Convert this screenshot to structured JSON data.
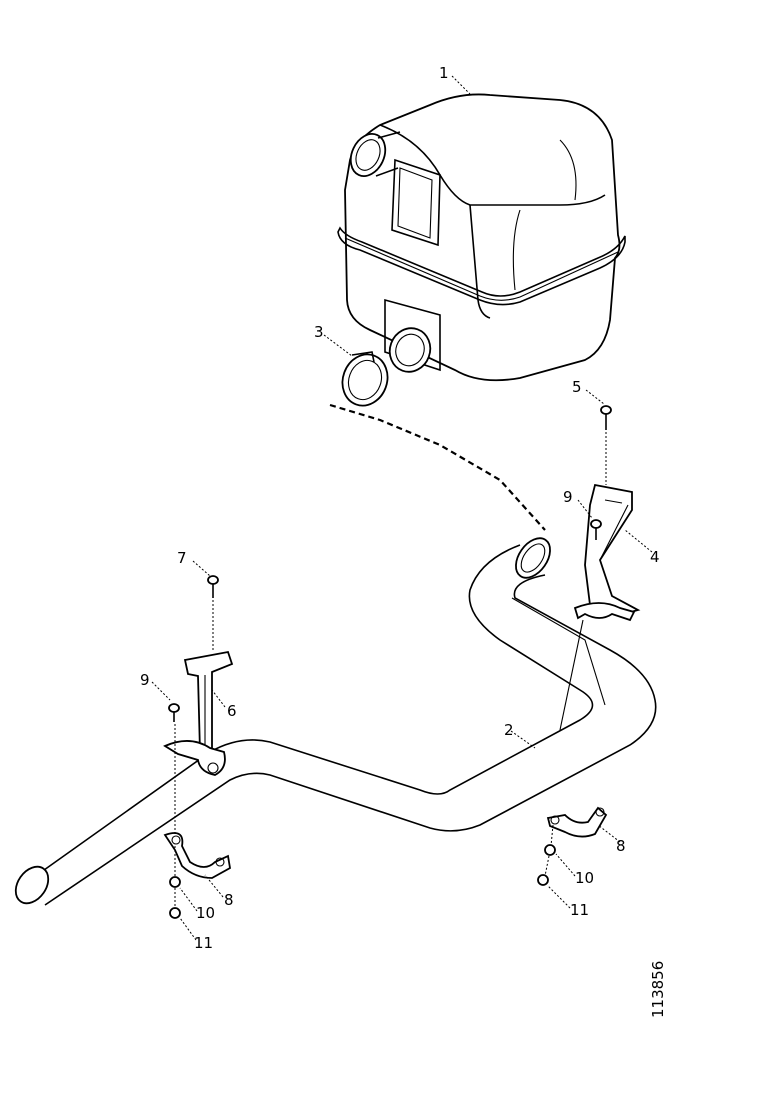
{
  "diagram": {
    "drawing_number": "113856",
    "callouts": {
      "c1": "1",
      "c2": "2",
      "c3": "3",
      "c4": "4",
      "c5": "5",
      "c6": "6",
      "c7": "7",
      "c8a": "8",
      "c8b": "8",
      "c9a": "9",
      "c9b": "9",
      "c10a": "10",
      "c10b": "10",
      "c11a": "11",
      "c11b": "11"
    }
  }
}
